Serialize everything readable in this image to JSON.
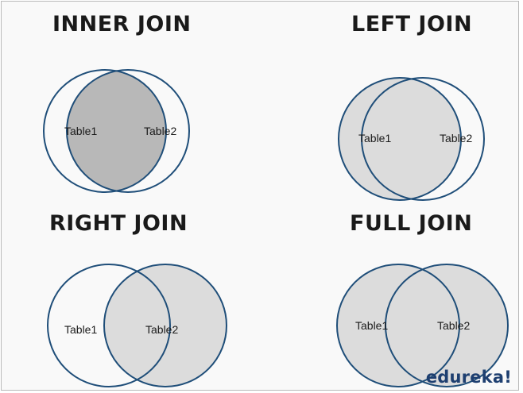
{
  "colors": {
    "circle_stroke": "#1f4e79",
    "highlight_dark": "#b8b8b8",
    "highlight_light": "#dcdcdc",
    "background": "#f9f9f9",
    "brand": "#1e3f70"
  },
  "diagrams": {
    "inner": {
      "title": "INNER JOIN",
      "left_label": "Table1",
      "right_label": "Table2"
    },
    "left": {
      "title": "LEFT JOIN",
      "left_label": "Table1",
      "right_label": "Table2"
    },
    "right": {
      "title": "RIGHT JOIN",
      "left_label": "Table1",
      "right_label": "Table2"
    },
    "full": {
      "title": "FULL JOIN",
      "left_label": "Table1",
      "right_label": "Table2"
    }
  },
  "brand": {
    "text": "edureka!"
  }
}
